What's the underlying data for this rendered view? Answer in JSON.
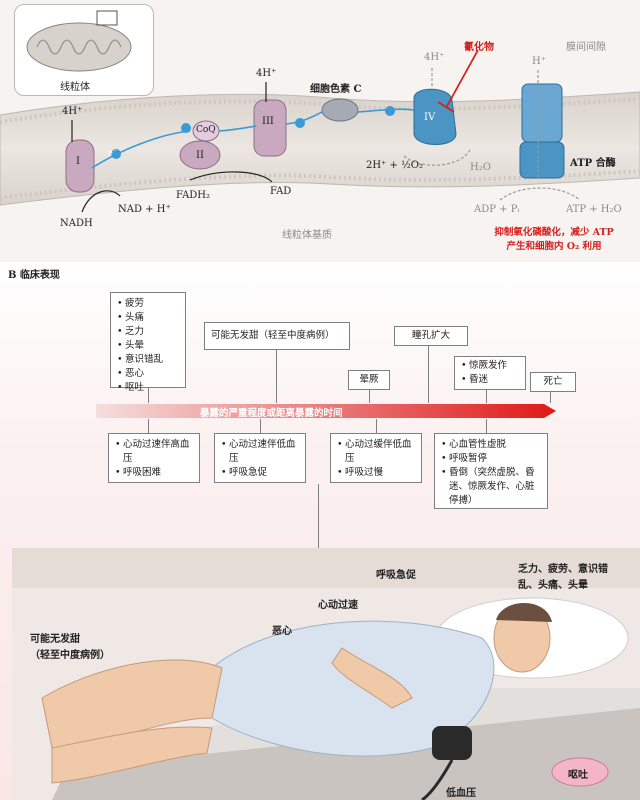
{
  "panel_a": {
    "mitochondrion_label": "线粒体",
    "complex_1": "I",
    "complex_2": "II",
    "complex_3": "III",
    "complex_4": "IV",
    "coq": "CoQ",
    "electron": "e⁻",
    "proton_4h_1": "4H⁺",
    "proton_4h_3": "4H⁺",
    "proton_4h_4": "4H⁺",
    "proton_h": "H⁺",
    "nadh": "NADH",
    "nad": "NAD + H⁺",
    "fadh2": "FADH₂",
    "fad": "FAD",
    "cytochrome_c": "细胞色素 C",
    "cyanide": "氰化物",
    "intermembrane_space": "膜间间隙",
    "matrix": "线粒体基质",
    "oxygen_reaction": "2H⁺ + ½O₂",
    "water_1": "H₂O",
    "atp_synthase": "ATP 合酶",
    "adp": "ADP + Pᵢ",
    "atp": "ATP + H₂O",
    "conclusion_line1": "抑制氧化磷酸化，减少 ATP",
    "conclusion_line2": "产生和细胞内 O₂ 利用"
  },
  "panel_b": {
    "title": "B 临床表现",
    "timeline_label": "暴露的严重程度或距离暴露的时间",
    "colors": {
      "timeline_start": "#f4dede",
      "timeline_end": "#e01818"
    },
    "upper_boxes": {
      "early_symptoms": [
        "疲劳",
        "头痛",
        "乏力",
        "头晕",
        "意识错乱",
        "恶心",
        "呕吐"
      ],
      "almond": "可能无发甜（轻至中度病例）",
      "syncope": "晕厥",
      "mydriasis": "瞳孔扩大",
      "seizure_coma": [
        "惊厥发作",
        "昏迷"
      ],
      "death": "死亡"
    },
    "lower_boxes": {
      "stage1": [
        "心动过速伴高血压",
        "呼吸困难"
      ],
      "stage2": [
        "心动过速伴低血压",
        "呼吸急促"
      ],
      "stage3": [
        "心动过缓伴低血压",
        "呼吸过慢"
      ],
      "stage4": [
        "心血管性虚脱",
        "呼吸暂停",
        "昏倒（突然虚脱、昏迷、惊厥发作、心脏停搏）"
      ]
    },
    "patient_annotations": {
      "almond": "可能无发甜\n（轻至中度病例）",
      "nausea": "恶心",
      "tachycardia": "心动过速",
      "tachypnea": "呼吸急促",
      "head": "乏力、疲劳、意识错\n乱、头痛、头晕",
      "hypotension": "低血压",
      "vomit": "呕吐"
    }
  }
}
